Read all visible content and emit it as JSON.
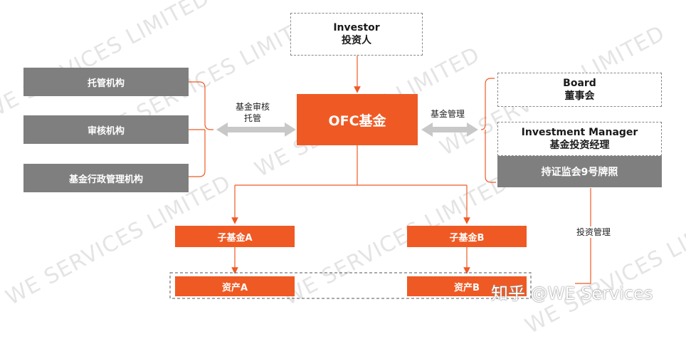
{
  "watermark": "WE SERVICES LIMITED",
  "investor": {
    "en": "Investor",
    "zh": "投资人"
  },
  "ofc_fund": "OFC基金",
  "left_institutions": [
    "托管机构",
    "审核机构",
    "基金行政管理机构"
  ],
  "left_arrow_label": [
    "基金审核",
    "托管"
  ],
  "right_arrow_label": "基金管理",
  "board": {
    "en": "Board",
    "zh": "董事会"
  },
  "investment_manager": {
    "en": "Investment Manager",
    "zh": "基金投资经理"
  },
  "license": "持证监会9号牌照",
  "investment_mgmt_label": "投资管理",
  "sub_fund_a": "子基金A",
  "sub_fund_b": "子基金B",
  "asset_a": "资产A",
  "asset_b": "资产B",
  "footer_watermark": "知乎 @WE Services",
  "colors": {
    "orange": "#ef5a24",
    "gray": "#7f7f7f",
    "arrow": "#c8c8c8",
    "line": "#e8825a"
  }
}
